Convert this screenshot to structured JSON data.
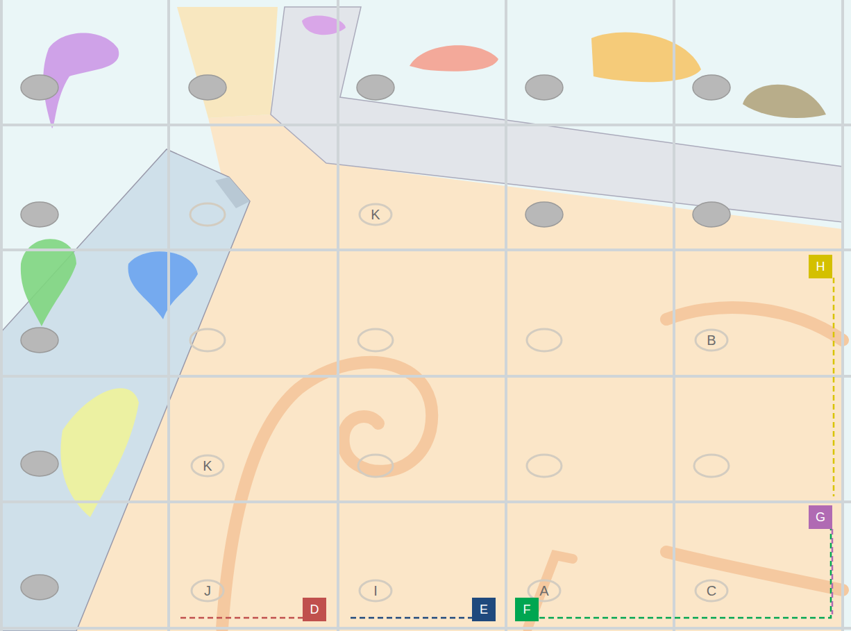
{
  "diagram": {
    "nodes": [
      {
        "text": [
          "K"
        ]
      },
      {
        "text": [
          "H"
        ]
      },
      {
        "text": [
          "B"
        ]
      },
      {
        "text": [
          "K"
        ]
      },
      {
        "text": [
          "G"
        ]
      },
      {
        "text": [
          "J"
        ]
      },
      {
        "text": [
          "I"
        ]
      },
      {
        "text": [
          "A"
        ]
      },
      {
        "text": [
          "C"
        ]
      },
      {
        "text": [
          "D"
        ]
      },
      {
        "text": [
          "E"
        ]
      },
      {
        "text": [
          "F"
        ]
      }
    ]
  }
}
